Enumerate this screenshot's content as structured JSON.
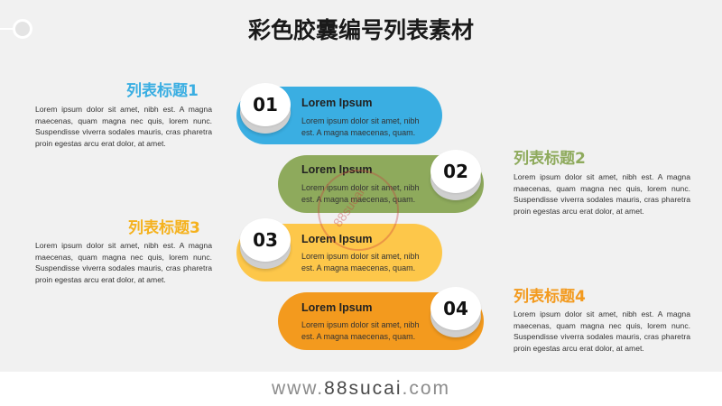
{
  "title": "彩色胶囊编号列表素材",
  "items": [
    {
      "number": "01",
      "heading": "Lorem Ipsum",
      "text": "Lorem ipsum dolor sit amet, nibh est. A magna maecenas, quam.",
      "side_title": "列表标题1",
      "side_text": "Lorem ipsum dolor sit amet, nibh est. A magna maecenas, quam magna nec quis, lorem nunc. Suspendisse viverra sodales mauris, cras pharetra proin egestas arcu erat dolor, at amet.",
      "color": "#3aaee2",
      "title_color": "#3aaee2"
    },
    {
      "number": "02",
      "heading": "Lorem Ipsum",
      "text": "Lorem ipsum dolor sit amet, nibh est. A magna maecenas, quam.",
      "side_title": "列表标题2",
      "side_text": "Lorem ipsum dolor sit amet, nibh est. A magna maecenas, quam magna nec quis, lorem nunc. Suspendisse viverra sodales mauris, cras pharetra proin egestas arcu erat dolor, at amet.",
      "color": "#8eaa5c",
      "title_color": "#8eaa5c"
    },
    {
      "number": "03",
      "heading": "Lorem Ipsum",
      "text": "Lorem ipsum dolor sit amet, nibh est. A magna maecenas, quam.",
      "side_title": "列表标题3",
      "side_text": "Lorem ipsum dolor sit amet, nibh est. A magna maecenas, quam magna nec quis, lorem nunc. Suspendisse viverra sodales mauris, cras pharetra proin egestas arcu erat dolor, at amet.",
      "color": "#fdc74a",
      "title_color": "#f5b21e"
    },
    {
      "number": "04",
      "heading": "Lorem Ipsum",
      "text": "Lorem ipsum dolor sit amet, nibh est. A magna maecenas, quam.",
      "side_title": "列表标题4",
      "side_text": "Lorem ipsum dolor sit amet, nibh est. A magna maecenas, quam magna nec quis, lorem nunc. Suspendisse viverra sodales mauris, cras pharetra proin egestas arcu erat dolor, at amet.",
      "color": "#f39a1e",
      "title_color": "#f39a1e"
    }
  ],
  "watermark": "88sucai",
  "footer": {
    "prefix": "www.",
    "brand": "88sucai",
    "suffix": ".com"
  }
}
